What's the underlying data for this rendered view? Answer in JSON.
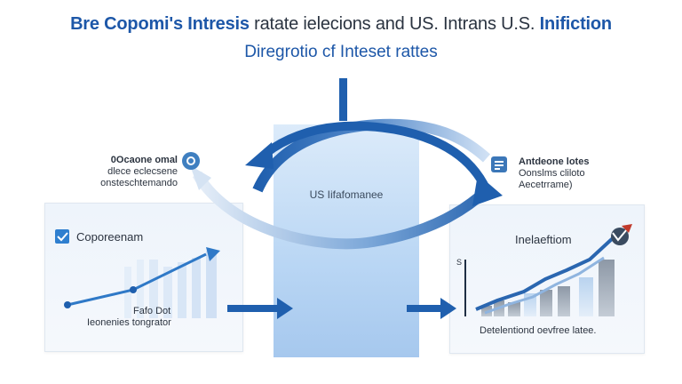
{
  "header": {
    "title_line1_bold": "Bre Copomi's Intresis",
    "title_line1_rest": " ratate ielecions and US. Intrans U.S. ",
    "title_line1_tail": "Inifiction",
    "title_line2": "Diregrotio cf Inteset rattes"
  },
  "center": {
    "label": "US Iifafomanee"
  },
  "left_callout": {
    "line1": "0Ocaone omal",
    "line2": "dlece eclecsene",
    "line3": "onsteschtemando"
  },
  "right_callout": {
    "line1": "Antdeone lotes",
    "line2": "Oonslms cliloto",
    "line3": "Aecetrrame)"
  },
  "left_panel": {
    "label": "Coporeenam",
    "caption1": "Fafo Dot",
    "caption2": "Ieonenies tongrator"
  },
  "right_panel": {
    "label": "Inelaeftiom",
    "axis_label": "S",
    "caption": "Detelentiond oevfree latee."
  },
  "colors": {
    "brand_blue": "#1d57a8",
    "arrow_blue": "#1f5fae",
    "light_blue": "#a6c8ee"
  }
}
